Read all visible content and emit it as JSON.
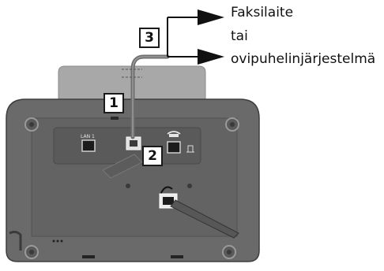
{
  "figure": {
    "callouts": [
      "1",
      "2",
      "3"
    ],
    "destinations": {
      "line1": "Faksilaite",
      "line2": "tai",
      "line3": "ovipuhelinjärjestelmä"
    },
    "port_labels": {
      "lan": "LAN 1"
    },
    "colors": {
      "base_body": "#6b6b6b",
      "stand": "#a3a3a3",
      "cable": "#6e6e6e",
      "arrow": "#111111"
    },
    "icons": [
      "telephone-handset-icon",
      "network-port-icon"
    ]
  }
}
